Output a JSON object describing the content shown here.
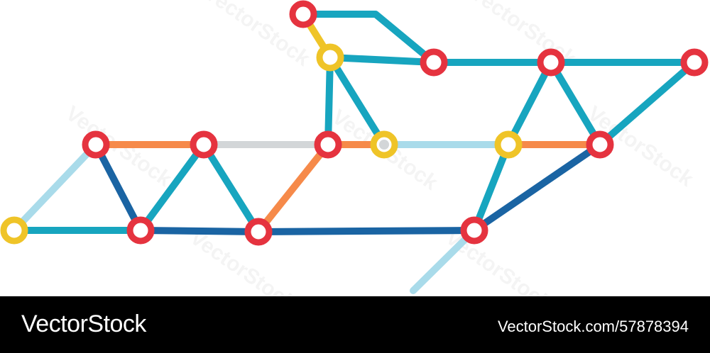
{
  "footer": {
    "brand": "VectorStock",
    "image_id": "VectorStock.com/57878394"
  },
  "watermark_text": "VectorStock",
  "colors": {
    "teal": "#17a5bf",
    "orange": "#f68a4a",
    "gray": "#d3d6d8",
    "navy": "#1a64a3",
    "light_blue": "#a9dbea",
    "station_red": "#e5333f",
    "station_yellow": "#efc428",
    "station_fill": "#ffffff"
  },
  "stations": [
    {
      "id": "s1",
      "color": "red"
    },
    {
      "id": "s2",
      "color": "yellow"
    },
    {
      "id": "s3",
      "color": "red"
    },
    {
      "id": "s4",
      "color": "red"
    },
    {
      "id": "s5",
      "color": "red"
    },
    {
      "id": "s6",
      "color": "red"
    },
    {
      "id": "s7",
      "color": "red"
    },
    {
      "id": "s8",
      "color": "red"
    },
    {
      "id": "s9",
      "color": "yellow"
    },
    {
      "id": "s10",
      "color": "yellow"
    },
    {
      "id": "s11",
      "color": "red"
    },
    {
      "id": "s12",
      "color": "yellow"
    },
    {
      "id": "s13",
      "color": "red"
    },
    {
      "id": "s14",
      "color": "red"
    },
    {
      "id": "s15",
      "color": "red"
    }
  ],
  "lines": [
    {
      "from": "s1",
      "to": "s2",
      "color": "yellow"
    },
    {
      "from": "s2",
      "to": "s3",
      "color": "teal"
    },
    {
      "from": "s2",
      "to": "s6",
      "color": "teal"
    },
    {
      "from": "s2",
      "to": "s9",
      "color": "teal"
    },
    {
      "from": "s4",
      "to": "s5",
      "color": "teal"
    },
    {
      "from": "s3",
      "to": "s4",
      "color": "teal"
    },
    {
      "from": "s4",
      "to": "s11",
      "color": "teal"
    },
    {
      "from": "s4",
      "to": "s10",
      "color": "teal"
    },
    {
      "from": "s7",
      "to": "s8",
      "color": "orange"
    },
    {
      "from": "s8",
      "to": "s6",
      "color": "gray"
    },
    {
      "from": "s6",
      "to": "s9",
      "color": "orange"
    },
    {
      "from": "s9",
      "to": "s10",
      "color": "light_blue"
    },
    {
      "from": "s10",
      "to": "s11",
      "color": "orange"
    },
    {
      "from": "s11",
      "to": "s5",
      "color": "teal"
    },
    {
      "from": "s7",
      "to": "s12",
      "color": "light_blue"
    },
    {
      "from": "s12",
      "to": "s13",
      "color": "teal"
    },
    {
      "from": "s7",
      "to": "s13",
      "color": "navy"
    },
    {
      "from": "s13",
      "to": "s8",
      "color": "teal"
    },
    {
      "from": "s8",
      "to": "s14",
      "color": "teal"
    },
    {
      "from": "s13",
      "to": "s14",
      "color": "navy"
    },
    {
      "from": "s14",
      "to": "s6",
      "color": "orange"
    },
    {
      "from": "s14",
      "to": "s15",
      "color": "navy"
    },
    {
      "from": "s15",
      "to": "s10",
      "color": "teal"
    },
    {
      "from": "s15",
      "to": "s11",
      "color": "navy"
    },
    {
      "from": "s15",
      "to": "tail",
      "color": "light_blue"
    }
  ]
}
